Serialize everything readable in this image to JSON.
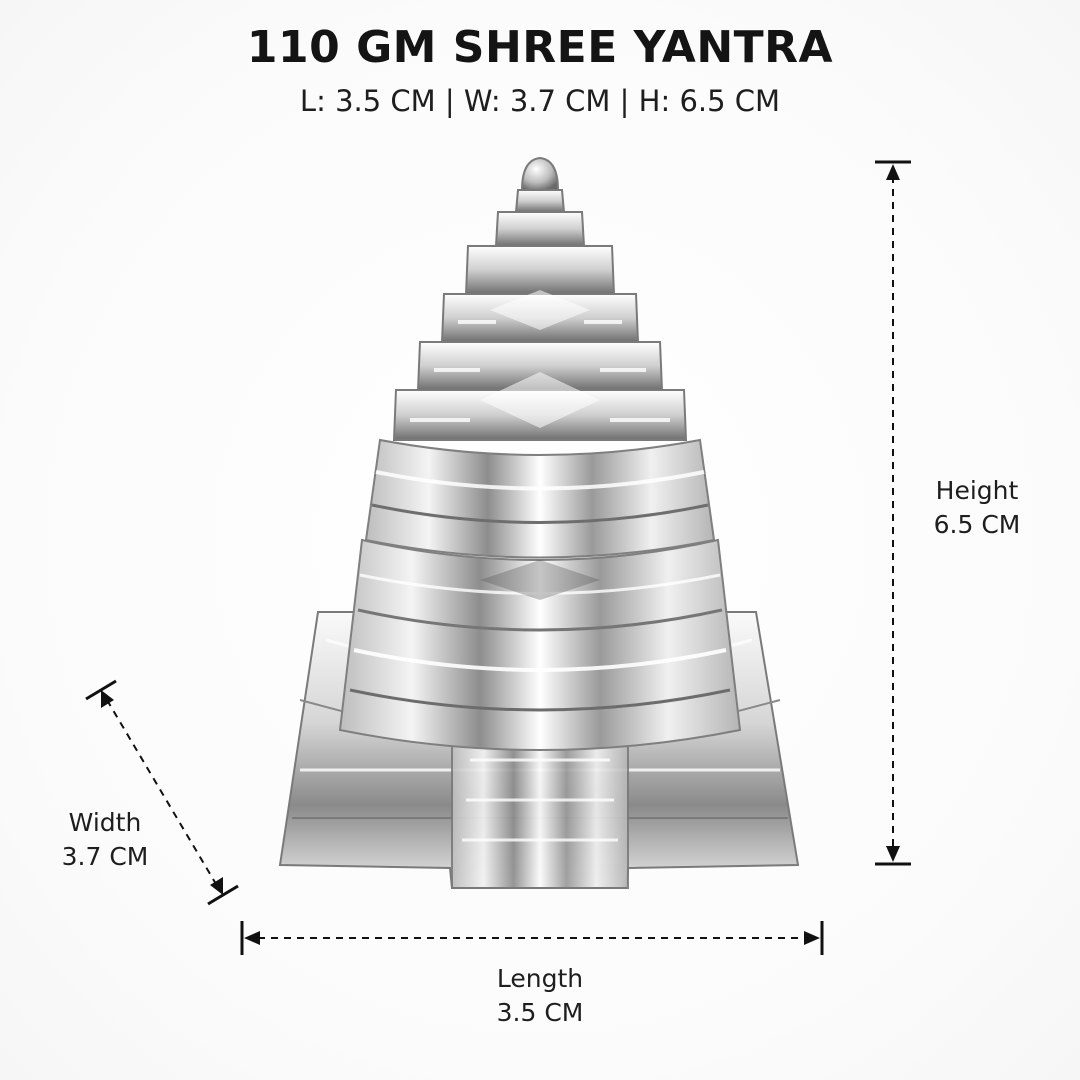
{
  "header": {
    "title": "110 GM SHREE YANTRA",
    "dimensions_line": "L: 3.5 CM | W: 3.7 CM | H: 6.5 CM"
  },
  "dimensions": {
    "height": {
      "label": "Height",
      "value": "6.5 CM"
    },
    "width": {
      "label": "Width",
      "value": "3.7 CM"
    },
    "length": {
      "label": "Length",
      "value": "3.5 CM"
    }
  },
  "colors": {
    "text": "#1a1a1a",
    "crystal_shadow": "#555555",
    "crystal_highlight": "#ffffff"
  }
}
